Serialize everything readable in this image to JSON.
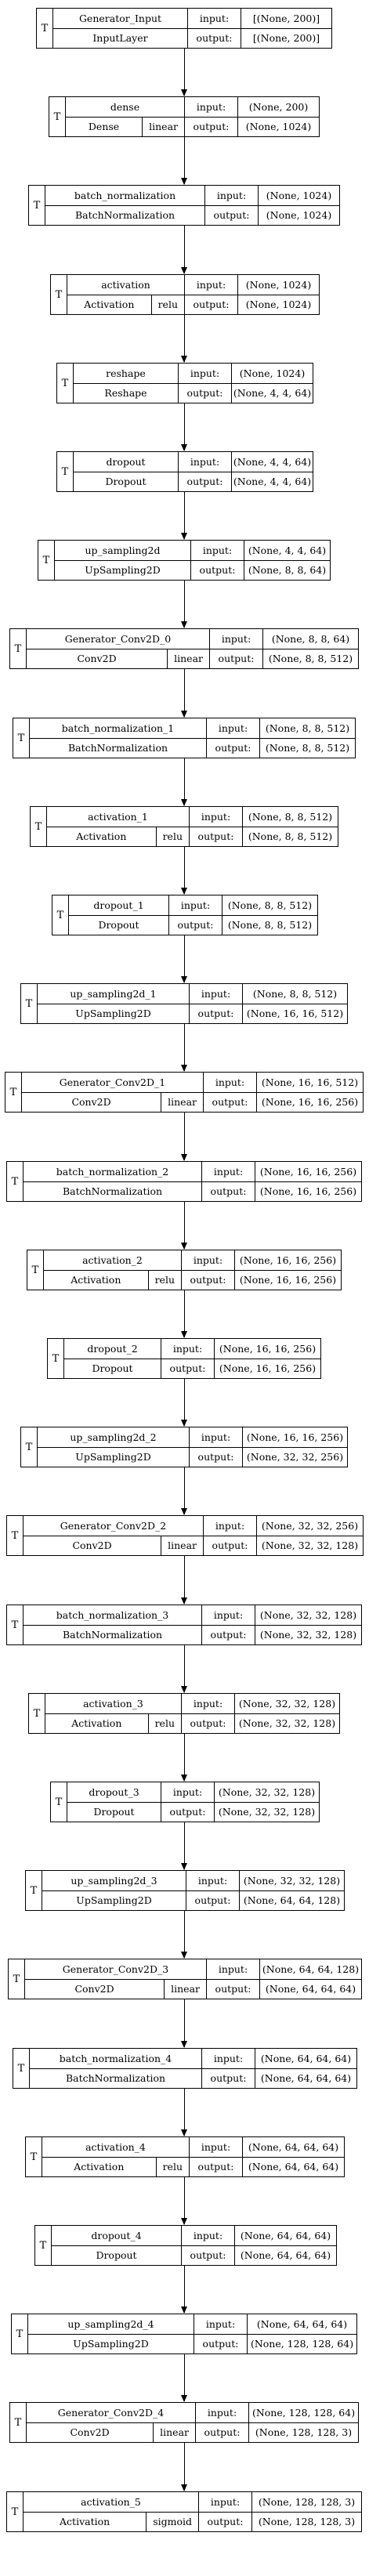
{
  "t_label": "T",
  "io_labels": {
    "input": "input:",
    "output": "output:"
  },
  "layers": [
    {
      "name": "Generator_Input",
      "type": "InputLayer",
      "act": "",
      "in": "[(None, 200)]",
      "out": "[(None, 200)]"
    },
    {
      "name": "dense",
      "type": "Dense",
      "act": "linear",
      "in": "(None, 200)",
      "out": "(None, 1024)"
    },
    {
      "name": "batch_normalization",
      "type": "BatchNormalization",
      "act": "",
      "in": "(None, 1024)",
      "out": "(None, 1024)"
    },
    {
      "name": "activation",
      "type": "Activation",
      "act": "relu",
      "in": "(None, 1024)",
      "out": "(None, 1024)"
    },
    {
      "name": "reshape",
      "type": "Reshape",
      "act": "",
      "in": "(None, 1024)",
      "out": "(None, 4, 4, 64)"
    },
    {
      "name": "dropout",
      "type": "Dropout",
      "act": "",
      "in": "(None, 4, 4, 64)",
      "out": "(None, 4, 4, 64)"
    },
    {
      "name": "up_sampling2d",
      "type": "UpSampling2D",
      "act": "",
      "in": "(None, 4, 4, 64)",
      "out": "(None, 8, 8, 64)"
    },
    {
      "name": "Generator_Conv2D_0",
      "type": "Conv2D",
      "act": "linear",
      "in": "(None, 8, 8, 64)",
      "out": "(None, 8, 8, 512)"
    },
    {
      "name": "batch_normalization_1",
      "type": "BatchNormalization",
      "act": "",
      "in": "(None, 8, 8, 512)",
      "out": "(None, 8, 8, 512)"
    },
    {
      "name": "activation_1",
      "type": "Activation",
      "act": "relu",
      "in": "(None, 8, 8, 512)",
      "out": "(None, 8, 8, 512)"
    },
    {
      "name": "dropout_1",
      "type": "Dropout",
      "act": "",
      "in": "(None, 8, 8, 512)",
      "out": "(None, 8, 8, 512)"
    },
    {
      "name": "up_sampling2d_1",
      "type": "UpSampling2D",
      "act": "",
      "in": "(None, 8, 8, 512)",
      "out": "(None, 16, 16, 512)"
    },
    {
      "name": "Generator_Conv2D_1",
      "type": "Conv2D",
      "act": "linear",
      "in": "(None, 16, 16, 512)",
      "out": "(None, 16, 16, 256)"
    },
    {
      "name": "batch_normalization_2",
      "type": "BatchNormalization",
      "act": "",
      "in": "(None, 16, 16, 256)",
      "out": "(None, 16, 16, 256)"
    },
    {
      "name": "activation_2",
      "type": "Activation",
      "act": "relu",
      "in": "(None, 16, 16, 256)",
      "out": "(None, 16, 16, 256)"
    },
    {
      "name": "dropout_2",
      "type": "Dropout",
      "act": "",
      "in": "(None, 16, 16, 256)",
      "out": "(None, 16, 16, 256)"
    },
    {
      "name": "up_sampling2d_2",
      "type": "UpSampling2D",
      "act": "",
      "in": "(None, 16, 16, 256)",
      "out": "(None, 32, 32, 256)"
    },
    {
      "name": "Generator_Conv2D_2",
      "type": "Conv2D",
      "act": "linear",
      "in": "(None, 32, 32, 256)",
      "out": "(None, 32, 32, 128)"
    },
    {
      "name": "batch_normalization_3",
      "type": "BatchNormalization",
      "act": "",
      "in": "(None, 32, 32, 128)",
      "out": "(None, 32, 32, 128)"
    },
    {
      "name": "activation_3",
      "type": "Activation",
      "act": "relu",
      "in": "(None, 32, 32, 128)",
      "out": "(None, 32, 32, 128)"
    },
    {
      "name": "dropout_3",
      "type": "Dropout",
      "act": "",
      "in": "(None, 32, 32, 128)",
      "out": "(None, 32, 32, 128)"
    },
    {
      "name": "up_sampling2d_3",
      "type": "UpSampling2D",
      "act": "",
      "in": "(None, 32, 32, 128)",
      "out": "(None, 64, 64, 128)"
    },
    {
      "name": "Generator_Conv2D_3",
      "type": "Conv2D",
      "act": "linear",
      "in": "(None, 64, 64, 128)",
      "out": "(None, 64, 64, 64)"
    },
    {
      "name": "batch_normalization_4",
      "type": "BatchNormalization",
      "act": "",
      "in": "(None, 64, 64, 64)",
      "out": "(None, 64, 64, 64)"
    },
    {
      "name": "activation_4",
      "type": "Activation",
      "act": "relu",
      "in": "(None, 64, 64, 64)",
      "out": "(None, 64, 64, 64)"
    },
    {
      "name": "dropout_4",
      "type": "Dropout",
      "act": "",
      "in": "(None, 64, 64, 64)",
      "out": "(None, 64, 64, 64)"
    },
    {
      "name": "up_sampling2d_4",
      "type": "UpSampling2D",
      "act": "",
      "in": "(None, 64, 64, 64)",
      "out": "(None, 128, 128, 64)"
    },
    {
      "name": "Generator_Conv2D_4",
      "type": "Conv2D",
      "act": "linear",
      "in": "(None, 128, 128, 64)",
      "out": "(None, 128, 128, 3)"
    },
    {
      "name": "activation_5",
      "type": "Activation",
      "act": "sigmoid",
      "in": "(None, 128, 128, 3)",
      "out": "(None, 128, 128, 3)"
    }
  ]
}
